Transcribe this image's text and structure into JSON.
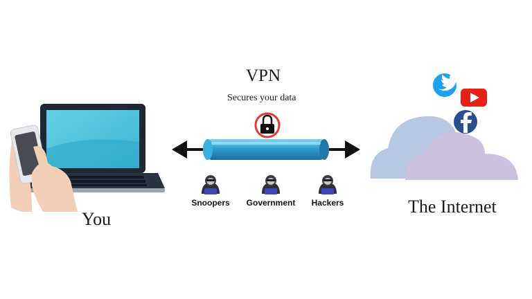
{
  "vpn": {
    "title": "VPN",
    "subtitle": "Secures your data"
  },
  "user": {
    "label": "You"
  },
  "internet": {
    "label": "The Internet"
  },
  "threats": [
    {
      "label": "Snoopers",
      "icon": "hacker-icon"
    },
    {
      "label": "Government",
      "icon": "hacker-icon"
    },
    {
      "label": "Hackers",
      "icon": "hacker-icon"
    }
  ],
  "social_icons": [
    "twitter-icon",
    "youtube-icon",
    "facebook-icon"
  ],
  "colors": {
    "tunnel": "#2e9ed0",
    "lock_ring": "#e53935",
    "twitter": "#1da1f2",
    "youtube": "#e62117",
    "facebook": "#2a4f8f",
    "cloud_blue": "#b7c9e2",
    "cloud_purple": "#cbc3de",
    "laptop_screen": "#4fc5dc"
  }
}
